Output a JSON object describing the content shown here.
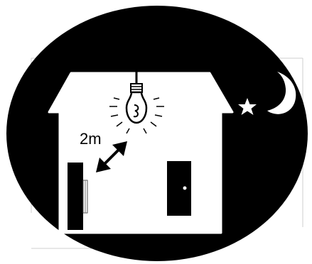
{
  "illustration": {
    "distance_label": "2m",
    "icons": [
      "night-oval",
      "house",
      "light-bulb",
      "moon",
      "star",
      "window",
      "door",
      "double-arrow"
    ],
    "colors": {
      "background": "#ffffff",
      "night": "#000000",
      "house": "#ffffff",
      "outline": "#000000"
    }
  }
}
